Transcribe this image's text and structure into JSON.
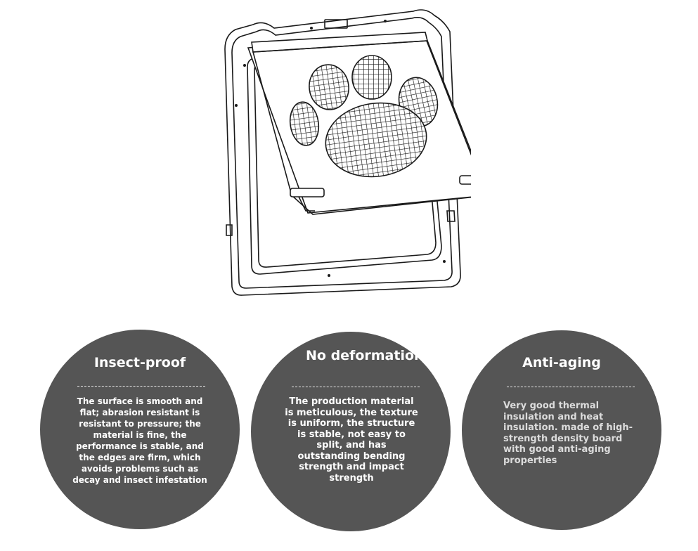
{
  "features": [
    {
      "title": "Insect-proof",
      "description": "The surface is smooth and flat; abrasion resistant is resistant to pressure; the material is fine, the performance is stable, and the edges are firm, which avoids problems such as decay and insect infestation"
    },
    {
      "title": "No deformation",
      "description": "The production material is meticulous, the texture is uniform, the structure is stable, not easy to split, and has outstanding bending strength and impact strength"
    },
    {
      "title": "Anti-aging",
      "description": "Very good thermal insulation and heat insulation. made of high-strength density board with good anti-aging properties"
    }
  ],
  "colors": {
    "circle_fill": "#555555",
    "text": "#ffffff",
    "line_art": "#1a1a1a"
  },
  "illustration_icon": "pet-door-with-paw-print-flap"
}
